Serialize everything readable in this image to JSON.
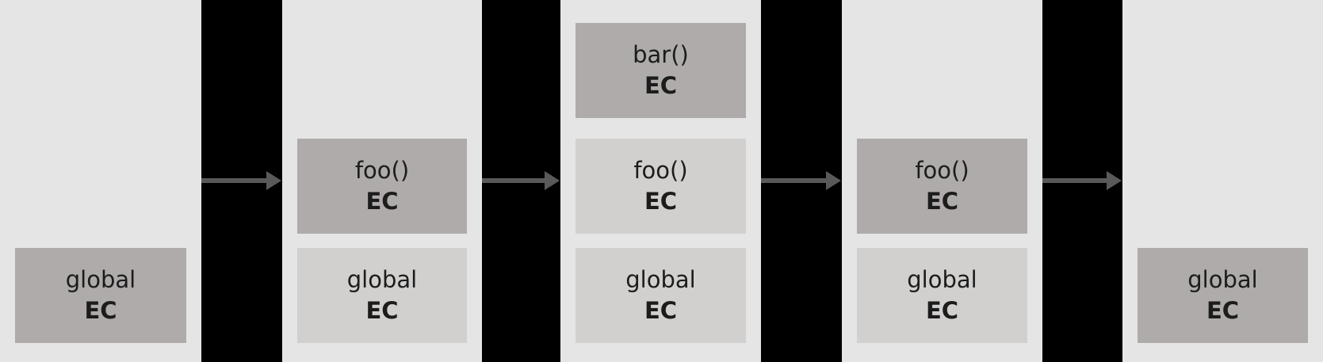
{
  "colors": {
    "gutter_background": "#000000",
    "panel_background": "#e6e5e5",
    "active_box": "#aeabaa",
    "inactive_box": "#d2d0cf",
    "arrow": "#595959",
    "text": "#1c1c1c"
  },
  "icons": {
    "arrow": "right-arrow-icon"
  },
  "panels": [
    {
      "boxes": [
        {
          "name": "global",
          "type": "EC",
          "state": "active"
        }
      ]
    },
    {
      "boxes": [
        {
          "name": "foo()",
          "type": "EC",
          "state": "active"
        },
        {
          "name": "global",
          "type": "EC",
          "state": "inactive"
        }
      ]
    },
    {
      "boxes": [
        {
          "name": "bar()",
          "type": "EC",
          "state": "active"
        },
        {
          "name": "foo()",
          "type": "EC",
          "state": "inactive"
        },
        {
          "name": "global",
          "type": "EC",
          "state": "inactive"
        }
      ]
    },
    {
      "boxes": [
        {
          "name": "foo()",
          "type": "EC",
          "state": "active"
        },
        {
          "name": "global",
          "type": "EC",
          "state": "inactive"
        }
      ]
    },
    {
      "boxes": [
        {
          "name": "global",
          "type": "EC",
          "state": "active"
        }
      ]
    }
  ]
}
